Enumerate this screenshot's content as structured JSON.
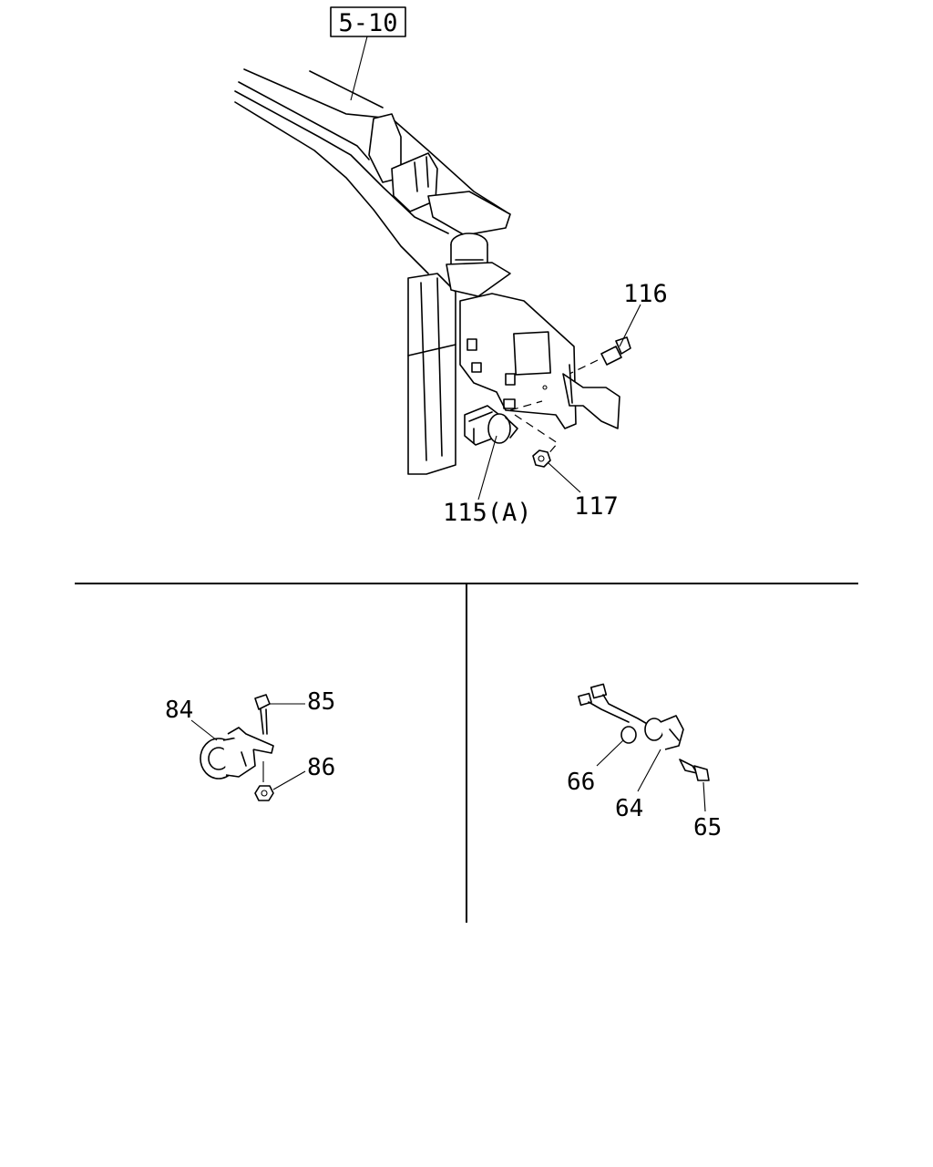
{
  "diagram": {
    "reference_box": {
      "text": "5-10"
    },
    "callouts": {
      "c116": "116",
      "c117": "117",
      "c115": "115(A)",
      "c84": "84",
      "c85": "85",
      "c86": "86",
      "c66": "66",
      "c64": "64",
      "c65": "65"
    }
  },
  "colors": {
    "ink": "#000000",
    "paper": "#ffffff"
  }
}
